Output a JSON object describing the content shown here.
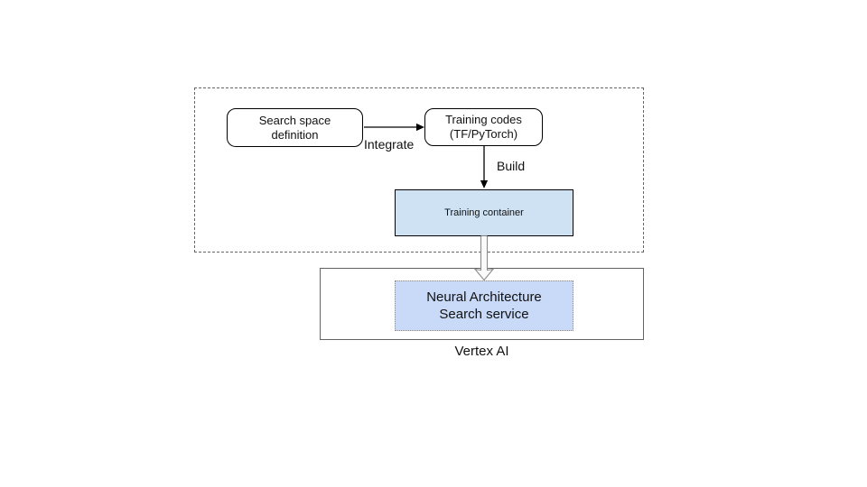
{
  "diagram": {
    "dev_area": {
      "search_space_box_label": "Search space\ndefinition",
      "training_codes_box_label": "Training codes\n(TF/PyTorch)",
      "integrate_arrow_label": "Integrate",
      "build_arrow_label": "Build",
      "training_container_box_label": "Training container"
    },
    "vertex_area": {
      "nas_service_box_label": "Neural Architecture\nSearch service",
      "caption": "Vertex AI"
    },
    "colors": {
      "background": "#ffffff",
      "training_container_fill": "#cfe2f3",
      "nas_service_fill": "#c9daf8",
      "node_border": "#000000",
      "outer_dashed_border": "#666666",
      "vertex_box_border": "#636363",
      "black_arrow": "#000000",
      "hollow_arrow_stroke": "#8c8c8c",
      "hollow_arrow_fill": "#fafafa"
    }
  }
}
